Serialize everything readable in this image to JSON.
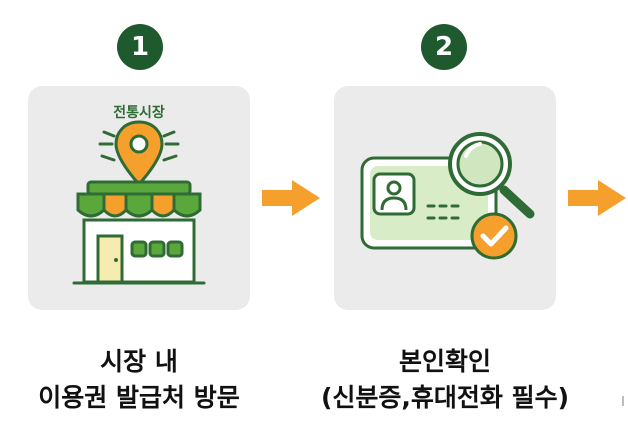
{
  "steps": [
    {
      "number": "1",
      "sign": "전통시장",
      "caption_line1": "시장 내",
      "caption_line2": "이용권 발급처 방문",
      "icon": "market-stall-icon"
    },
    {
      "number": "2",
      "caption_line1": "본인확인",
      "caption_line2": "(신분증,휴대전화 필수)",
      "icon": "id-card-verify-icon"
    }
  ],
  "colors": {
    "badge": "#1f5a2e",
    "card_bg": "#ebebeb",
    "arrow": "#f5a02d",
    "green": "#5aa83c",
    "dark_green": "#2f6b34",
    "orange": "#f5a02d"
  }
}
